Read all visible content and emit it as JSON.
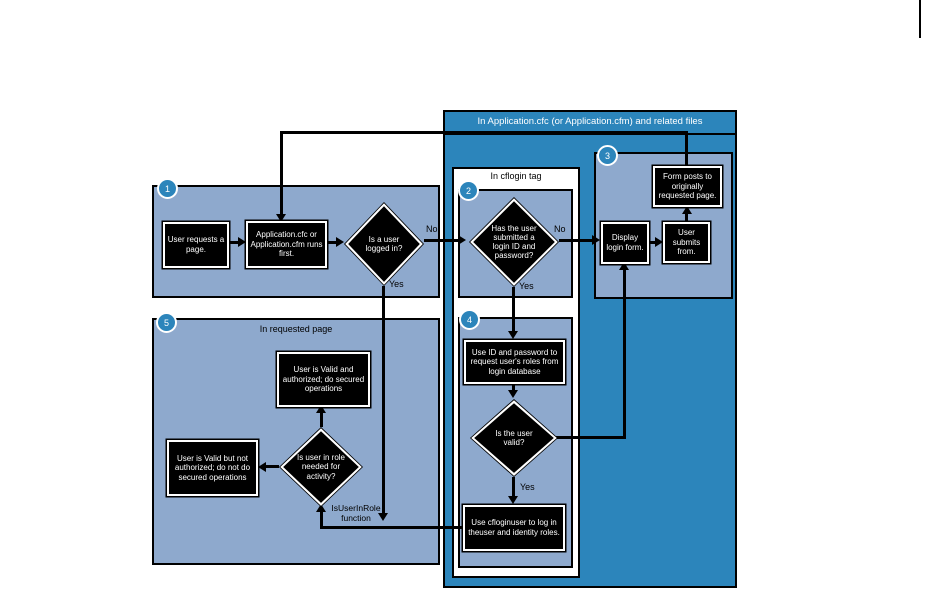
{
  "diagram": {
    "header": "In Application.cfc (or Application.cfm) and related files",
    "sections": {
      "s1": {
        "number": "1"
      },
      "s2": {
        "number": "2",
        "label": "In cflogin tag"
      },
      "s3": {
        "number": "3"
      },
      "s4": {
        "number": "4"
      },
      "s5": {
        "number": "5",
        "label": "In requested page"
      }
    },
    "nodes": {
      "user_requests": "User requests a page.",
      "application_runs": "Application.cfc or Application.cfm runs first.",
      "is_logged_in": "Is a user logged in?",
      "has_submitted": "Has the user submitted a login ID and password?",
      "display_login": "Display login form.",
      "user_submits": "User submits from.",
      "form_posts": "Form posts to originally requested page.",
      "use_id_password": "Use ID and password to request user's roles from login database",
      "is_user_valid": "Is the user valid?",
      "use_cfloginuser": "Use cfloginuser to log in theuser and identity roles.",
      "valid_authorized": "User is Valid and authorized; do secured operations",
      "is_user_in_role": "Is user in role needed for activity?",
      "valid_not_authorized": "User is Valid but not authorized; do not do secured operations"
    },
    "edge_labels": {
      "no_logged_in": "No",
      "yes_logged_in": "Yes",
      "no_submitted": "No",
      "yes_submitted": "Yes",
      "yes_valid": "Yes",
      "isuserinrole_function": "IsUserInRole function"
    },
    "colors": {
      "container_blue": "#2C85BB",
      "panel_blue": "#8EA9CD",
      "node_fill": "#000000",
      "node_text": "#FFFFFF"
    }
  }
}
